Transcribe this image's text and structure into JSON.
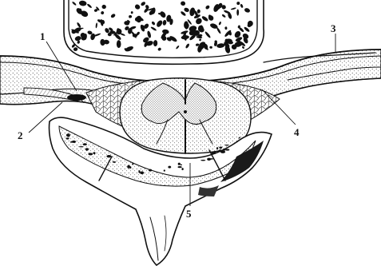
{
  "figure": {
    "labels": [
      {
        "id": "1",
        "text": "1"
      },
      {
        "id": "2",
        "text": "2"
      },
      {
        "id": "3",
        "text": "3"
      },
      {
        "id": "4",
        "text": "4"
      },
      {
        "id": "5",
        "text": "5"
      }
    ],
    "colors": {
      "ink": "#111111",
      "background": "#ffffff",
      "stipple": "#c9c9c9"
    }
  }
}
